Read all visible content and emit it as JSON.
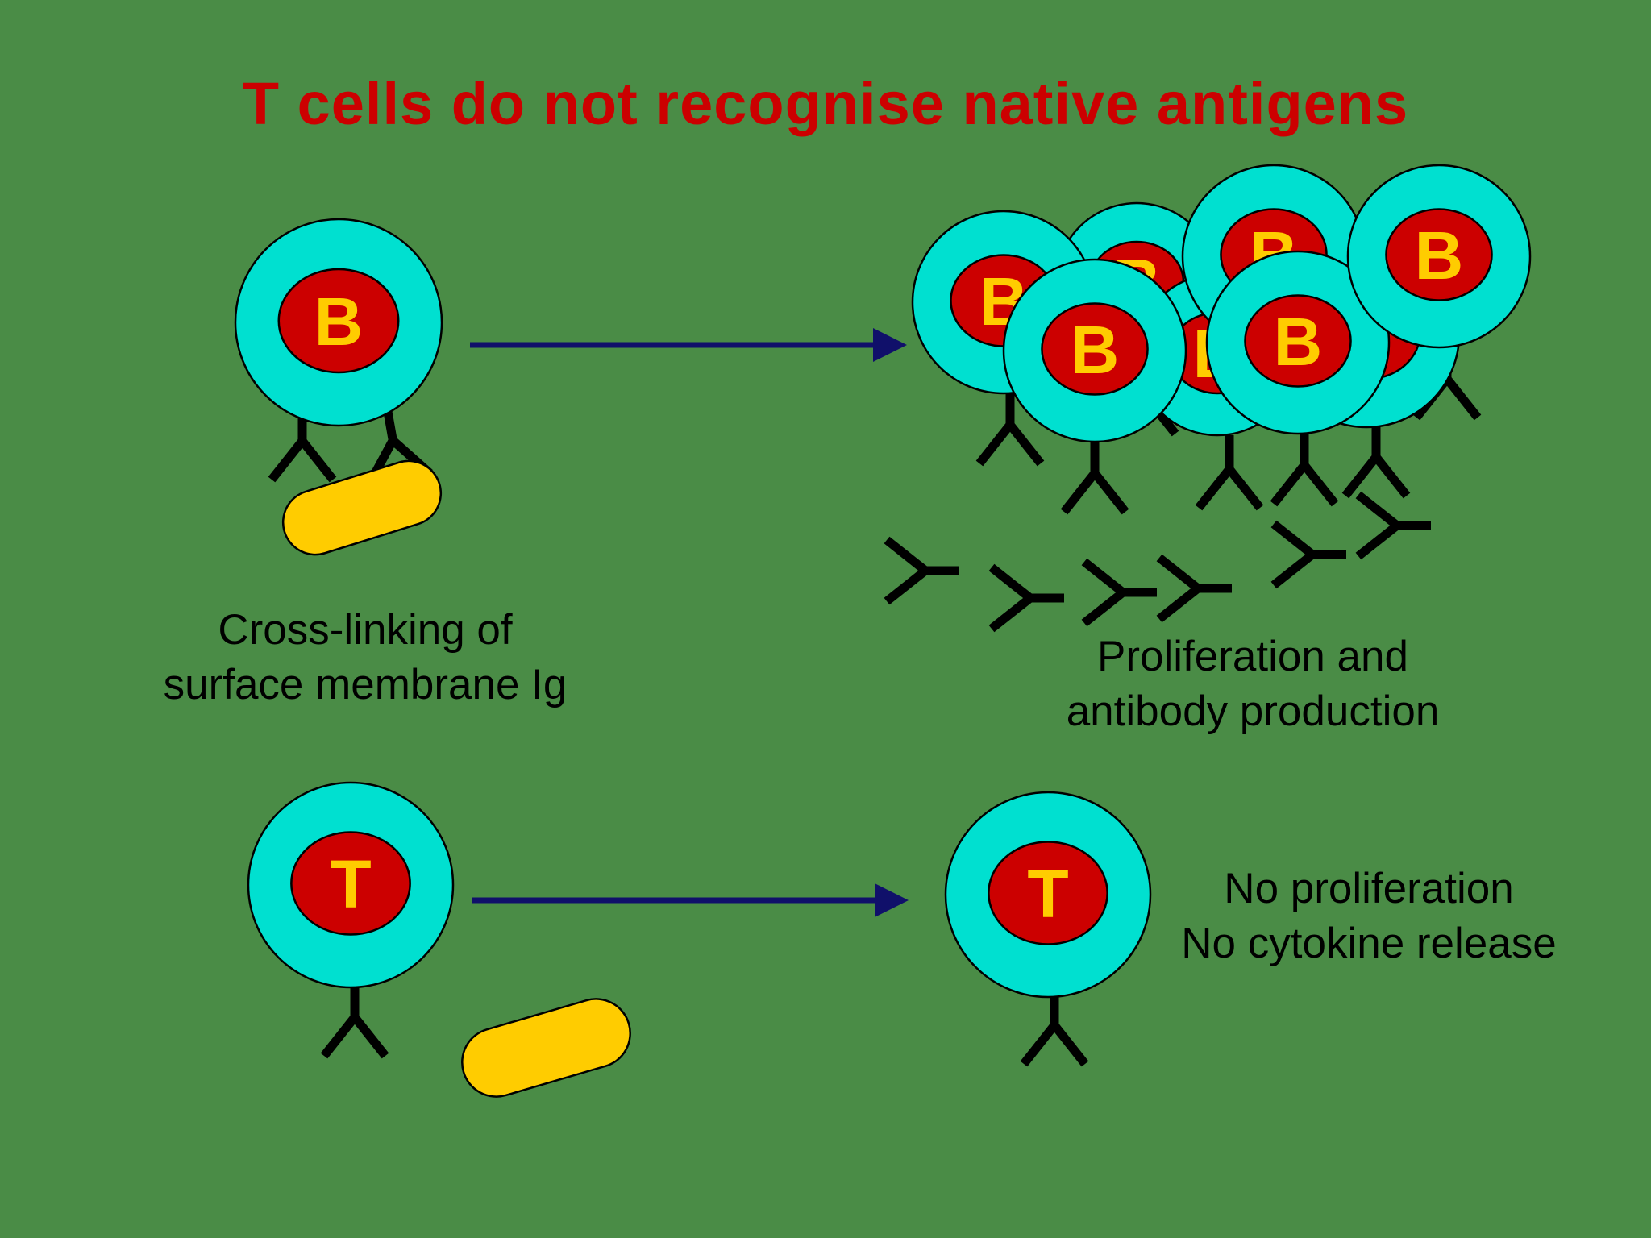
{
  "title": "T cells do not recognise native antigens",
  "colors": {
    "background": "#4a8c46",
    "title": "#cc0000",
    "cell_body": "#00e0d0",
    "nucleus": "#cc0000",
    "cell_letter": "#ffcc00",
    "antigen": "#ffcc00",
    "arrow": "#10106a",
    "antibody": "#000000"
  },
  "b_cell_row": {
    "cell_label": "B",
    "caption": [
      "Cross-linking of",
      "surface membrane Ig"
    ],
    "result_caption": [
      "Proliferation and",
      "antibody production"
    ]
  },
  "t_cell_row": {
    "cell_label": "T",
    "result_caption": [
      "No proliferation",
      "No cytokine release"
    ]
  }
}
